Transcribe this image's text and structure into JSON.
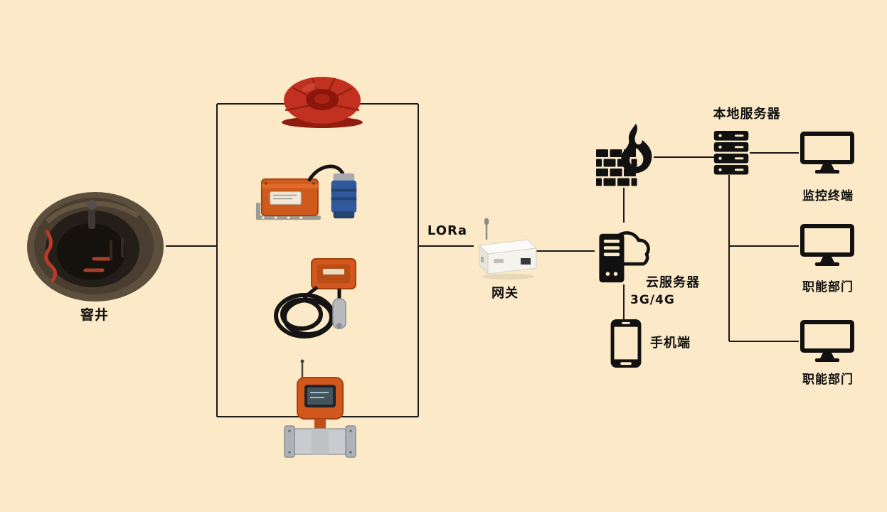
{
  "diagram": {
    "background_color": "#fbe9c7",
    "line_color": "#1a1a1a",
    "nodes": {
      "manhole": {
        "label": "窨井",
        "icon": "manhole-photo"
      },
      "alarm": {
        "icon": "alarm-siren-icon"
      },
      "ultrasonic_sensor": {
        "icon": "ultrasonic-level-sensor-icon"
      },
      "level_transmitter": {
        "icon": "submersible-level-transmitter-icon"
      },
      "flowmeter": {
        "icon": "electromagnetic-flowmeter-icon"
      },
      "gateway": {
        "label": "网关",
        "icon": "lora-gateway-icon"
      },
      "cloud_server": {
        "label": "云服务器",
        "icon": "cloud-server-icon"
      },
      "firewall": {
        "icon": "firewall-icon"
      },
      "phone": {
        "label": "手机端",
        "icon": "mobile-phone-icon"
      },
      "local_server": {
        "label": "本地服务器",
        "icon": "local-server-icon"
      },
      "monitor_terminal": {
        "label": "监控终端",
        "icon": "monitor-icon"
      },
      "dept_1": {
        "label": "职能部门",
        "icon": "monitor-icon"
      },
      "dept_2": {
        "label": "职能部门",
        "icon": "monitor-icon"
      }
    },
    "links": {
      "lora": {
        "label": "LORa"
      },
      "cellular": {
        "label": "3G/4G"
      }
    },
    "colors": {
      "alarm_red": "#c2301f",
      "device_orange": "#d2571c",
      "sensor_blue": "#30589c",
      "icon_black": "#111111",
      "gateway_white": "#f7f5f0"
    }
  }
}
